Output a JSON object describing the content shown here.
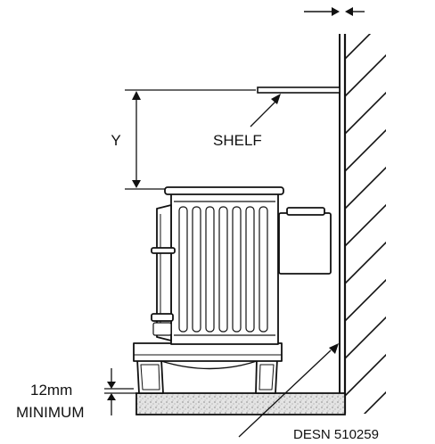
{
  "labels": {
    "y": "Y",
    "shelf": "SHELF",
    "gap_value": "12mm",
    "gap_caption": "MINIMUM",
    "reference": "DESN 510259"
  },
  "colors": {
    "ink": "#111111",
    "hearth_fill": "#d8d8d8",
    "background": "#ffffff"
  }
}
